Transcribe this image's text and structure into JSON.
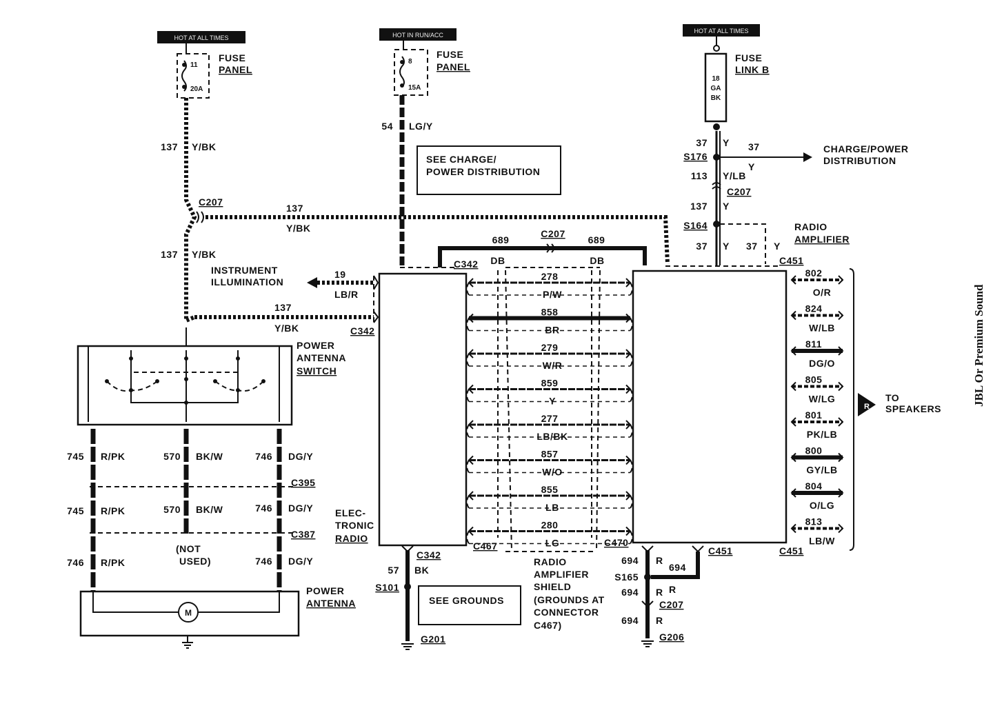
{
  "power_feeds": {
    "left": "HOT AT ALL TIMES",
    "center": "HOT IN RUN/ACC",
    "right": "HOT AT ALL TIMES"
  },
  "fuse_left": {
    "num": "11",
    "amp": "20A",
    "label1": "FUSE",
    "label2": "PANEL"
  },
  "fuse_center": {
    "num": "8",
    "amp": "15A",
    "label1": "FUSE",
    "label2": "PANEL"
  },
  "fuse_link": {
    "ga1": "18",
    "ga2": "GA",
    "ga3": "BK",
    "label1": "FUSE",
    "label2": "LINK B"
  },
  "wires": {
    "w137a": "137",
    "w137a_color": "Y/BK",
    "w54": "54",
    "w54_color": "LG/Y",
    "c207_left": "C207",
    "w137b": "137",
    "w137b_color": "Y/BK",
    "w137c": "137",
    "w137c_color": "Y/BK",
    "instrument1": "INSTRUMENT",
    "instrument2": "ILLUMINATION",
    "w19": "19",
    "w19_color": "LB/R",
    "w137d": "137",
    "w137d_color": "Y/BK",
    "c342_left": "C342",
    "c342_top": "C342",
    "w37a": "37",
    "w37a_color": "Y",
    "s176": "S176",
    "w37b": "37",
    "w37b_color": "Y",
    "w113": "113",
    "w113_color": "Y/LB",
    "c207_right": "C207",
    "w137e": "137",
    "w137e_color": "Y",
    "s164": "S164",
    "w37c": "37",
    "w37c_color": "Y",
    "w37d": "37",
    "w37d_color": "Y",
    "c451_top": "C451"
  },
  "see_charge": {
    "line1": "SEE CHARGE/",
    "line2": "POWER DISTRIBUTION"
  },
  "charge_power": {
    "line1": "CHARGE/POWER",
    "line2": "DISTRIBUTION"
  },
  "radio_amp_label": {
    "line1": "RADIO",
    "line2": "AMPLIFIER"
  },
  "shield_top": {
    "w689a": "689",
    "w689b": "689",
    "c207": "C207",
    "db1": "DB",
    "db2": "DB"
  },
  "center_wires": [
    {
      "num": "278",
      "color": "P/W"
    },
    {
      "num": "858",
      "color": "BR"
    },
    {
      "num": "279",
      "color": "W/R"
    },
    {
      "num": "859",
      "color": "Y"
    },
    {
      "num": "277",
      "color": "LB/BK"
    },
    {
      "num": "857",
      "color": "W/O"
    },
    {
      "num": "855",
      "color": "LB"
    },
    {
      "num": "280",
      "color": "LG"
    }
  ],
  "speaker_wires": [
    {
      "num": "802",
      "color": "O/R"
    },
    {
      "num": "824",
      "color": "W/LB"
    },
    {
      "num": "811",
      "color": "DG/O"
    },
    {
      "num": "805",
      "color": "W/LG"
    },
    {
      "num": "801",
      "color": "PK/LB"
    },
    {
      "num": "800",
      "color": "GY/LB"
    },
    {
      "num": "804",
      "color": "O/LG"
    },
    {
      "num": "813",
      "color": "LB/W"
    }
  ],
  "to_speakers": {
    "badge": "R",
    "line1": "TO",
    "line2": "SPEAKERS"
  },
  "side_title": "JBL Or Premium Sound",
  "power_switch": {
    "line1": "POWER",
    "line2": "ANTENNA",
    "line3": "SWITCH"
  },
  "antenna_wires": {
    "r1": [
      "745",
      "R/PK",
      "570",
      "BK/W",
      "746",
      "DG/Y"
    ],
    "c395": "C395",
    "r2": [
      "745",
      "R/PK",
      "570",
      "BK/W",
      "746",
      "DG/Y"
    ],
    "c387": "C387",
    "r3": [
      "746",
      "R/PK",
      "(NOT",
      "USED)",
      "746",
      "DG/Y"
    ]
  },
  "power_antenna": {
    "line1": "POWER",
    "line2": "ANTENNA",
    "motor": "M"
  },
  "radio": {
    "line1": "ELEC-",
    "line2": "TRONIC",
    "line3": "RADIO"
  },
  "bottom_left": {
    "c342": "C342",
    "w57": "57",
    "w57_color": "BK",
    "s101": "S101",
    "see_grounds": "SEE GROUNDS",
    "g201": "G201"
  },
  "bottom_center": {
    "c467": "C467",
    "c470": "C470",
    "line1": "RADIO",
    "line2": "AMPLIFIER",
    "line3": "SHIELD",
    "line4": "(GROUNDS AT",
    "line5": "CONNECTOR",
    "line6": "C467)"
  },
  "bottom_right": {
    "w694a": "694",
    "r1": "R",
    "w694b": "694",
    "s165": "S165",
    "w694c": "694",
    "r2": "R",
    "r3": "R",
    "c207": "C207",
    "w694d": "694",
    "r4": "R",
    "g206": "G206",
    "c451a": "C451",
    "c451b": "C451"
  }
}
